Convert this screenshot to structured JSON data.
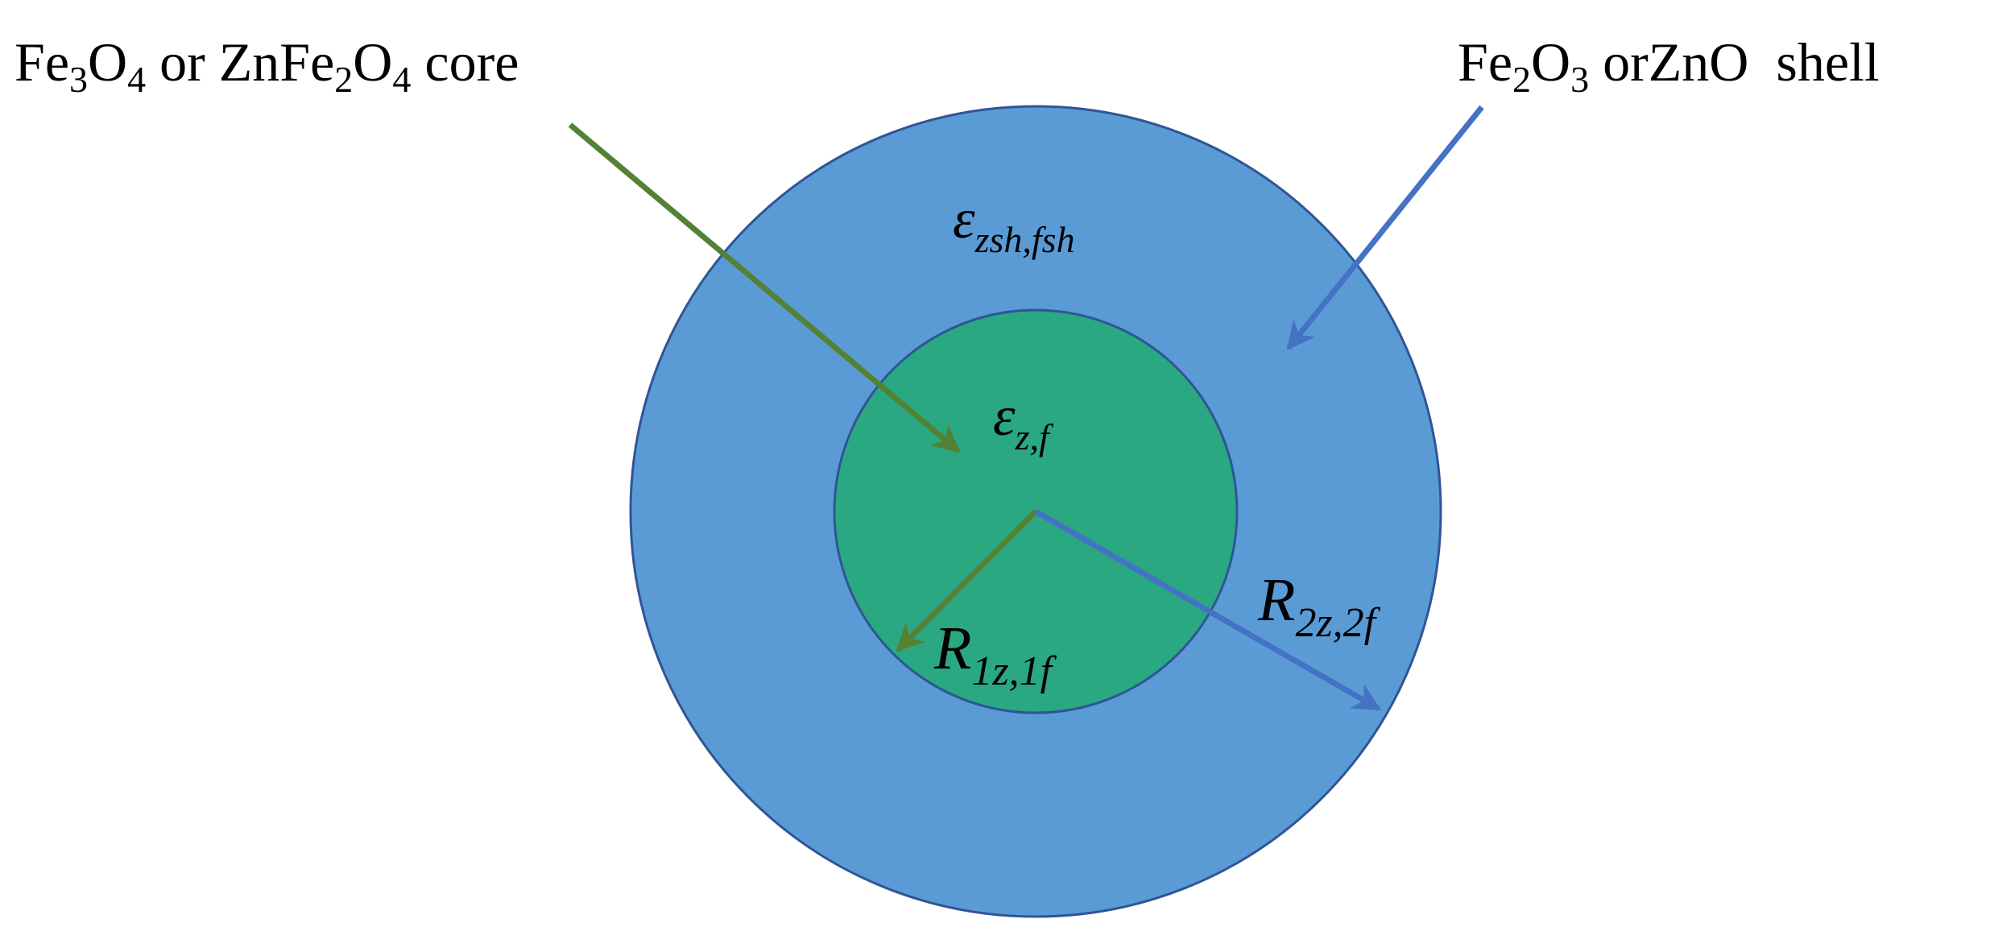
{
  "diagram": {
    "core_label": {
      "parts": [
        "Fe",
        "3",
        "O",
        "4",
        " or ZnFe",
        "2",
        "O",
        "4",
        " core"
      ]
    },
    "shell_label": {
      "parts": [
        "Fe",
        "2",
        "O",
        "3",
        " orZnO  shell"
      ]
    },
    "shell_epsilon": {
      "symbol": "ε",
      "subscript": "zsh,fsh"
    },
    "core_epsilon": {
      "symbol": "ε",
      "subscript": "z,f"
    },
    "inner_radius": {
      "symbol": "R",
      "subscript": "1z,1f"
    },
    "outer_radius": {
      "symbol": "R",
      "subscript": "2z,2f"
    },
    "colors": {
      "shell_fill": "#5b9bd5",
      "shell_stroke": "#2f5597",
      "core_fill": "#2aa882",
      "core_stroke": "#2f5597",
      "core_arrow": "#548235",
      "shell_arrow": "#4472c4"
    }
  }
}
